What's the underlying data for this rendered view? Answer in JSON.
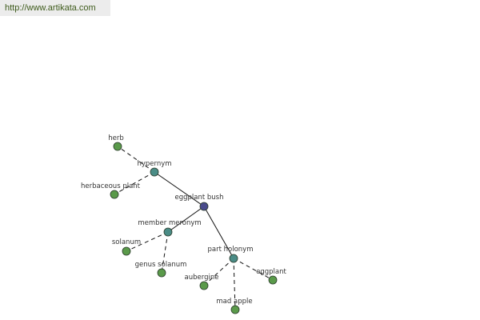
{
  "banner": {
    "url": "http://www.artikata.com"
  },
  "colors": {
    "leaf": "#5a9a4a",
    "relation": "#4a8c86",
    "root": "#4a4c8c",
    "stroke": "#2a3a2a",
    "edge": "#111111"
  },
  "nodes": [
    {
      "id": "eggplant-bush",
      "label": "eggplant bush",
      "kind": "root"
    },
    {
      "id": "hypernym",
      "label": "hypernym",
      "kind": "relation"
    },
    {
      "id": "member-meronym",
      "label": "member meronym",
      "kind": "relation"
    },
    {
      "id": "part-holonym",
      "label": "part holonym",
      "kind": "relation"
    },
    {
      "id": "herb",
      "label": "herb",
      "kind": "leaf"
    },
    {
      "id": "herbaceous-plant",
      "label": "herbaceous plant",
      "kind": "leaf"
    },
    {
      "id": "solanum",
      "label": "solanum",
      "kind": "leaf"
    },
    {
      "id": "genus-solanum",
      "label": "genus solanum",
      "kind": "leaf"
    },
    {
      "id": "aubergine",
      "label": "aubergine",
      "kind": "leaf"
    },
    {
      "id": "mad-apple",
      "label": "mad apple",
      "kind": "leaf"
    },
    {
      "id": "eggplant",
      "label": "eggplant",
      "kind": "leaf"
    }
  ],
  "edges": [
    {
      "from": "eggplant-bush",
      "to": "hypernym",
      "style": "solid"
    },
    {
      "from": "eggplant-bush",
      "to": "member-meronym",
      "style": "solid"
    },
    {
      "from": "eggplant-bush",
      "to": "part-holonym",
      "style": "solid"
    },
    {
      "from": "hypernym",
      "to": "herb",
      "style": "dashed"
    },
    {
      "from": "hypernym",
      "to": "herbaceous-plant",
      "style": "dashed"
    },
    {
      "from": "member-meronym",
      "to": "solanum",
      "style": "dashed"
    },
    {
      "from": "member-meronym",
      "to": "genus-solanum",
      "style": "dashed"
    },
    {
      "from": "part-holonym",
      "to": "aubergine",
      "style": "dashed"
    },
    {
      "from": "part-holonym",
      "to": "mad-apple",
      "style": "dashed"
    },
    {
      "from": "part-holonym",
      "to": "eggplant",
      "style": "dashed"
    }
  ]
}
